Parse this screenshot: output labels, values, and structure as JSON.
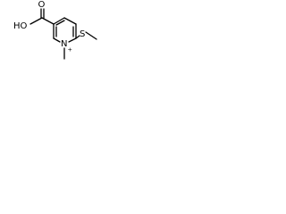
{
  "molecule": {
    "atoms": {
      "carbonyl_oxygen": "O",
      "hydroxyl_group": "HO",
      "ring_nitrogen": "N",
      "nitrogen_charge": "+",
      "sulfur": "S"
    }
  }
}
